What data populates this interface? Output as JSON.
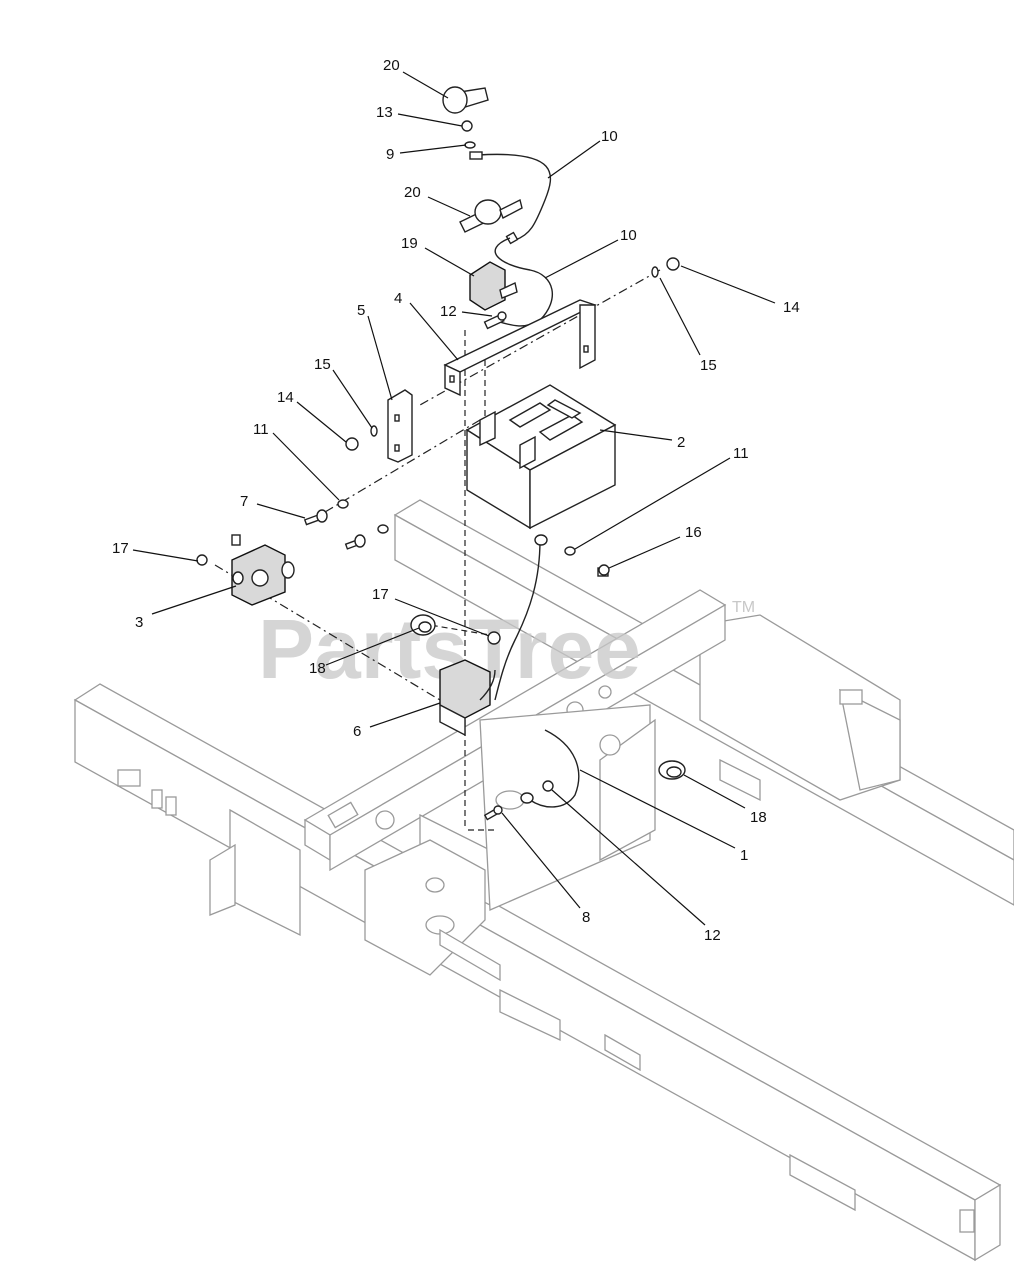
{
  "watermark": {
    "text": "PartsTree",
    "tm": "TM"
  },
  "callouts": {
    "c20a": "20",
    "c13": "13",
    "c9": "9",
    "c10a": "10",
    "c20b": "20",
    "c10b": "10",
    "c19": "19",
    "c14a": "14",
    "c12a": "12",
    "c4": "4",
    "c5": "5",
    "c15a": "15",
    "c15b": "15",
    "c14b": "14",
    "c2": "2",
    "c11a": "11",
    "c11b": "11",
    "c7": "7",
    "c16": "16",
    "c17a": "17",
    "c3": "3",
    "c17b": "17",
    "c18a": "18",
    "c6": "6",
    "c18b": "18",
    "c1": "1",
    "c8": "8",
    "c12b": "12"
  }
}
